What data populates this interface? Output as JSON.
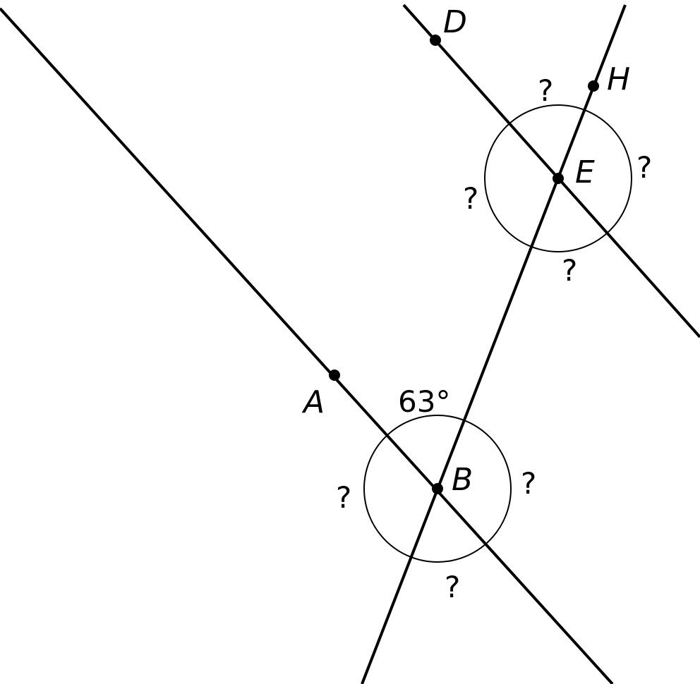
{
  "diagram": {
    "points": {
      "A": "A",
      "B": "B",
      "D": "D",
      "E": "E",
      "H": "H"
    },
    "angle_B_given": "63°",
    "unknown": "?"
  }
}
